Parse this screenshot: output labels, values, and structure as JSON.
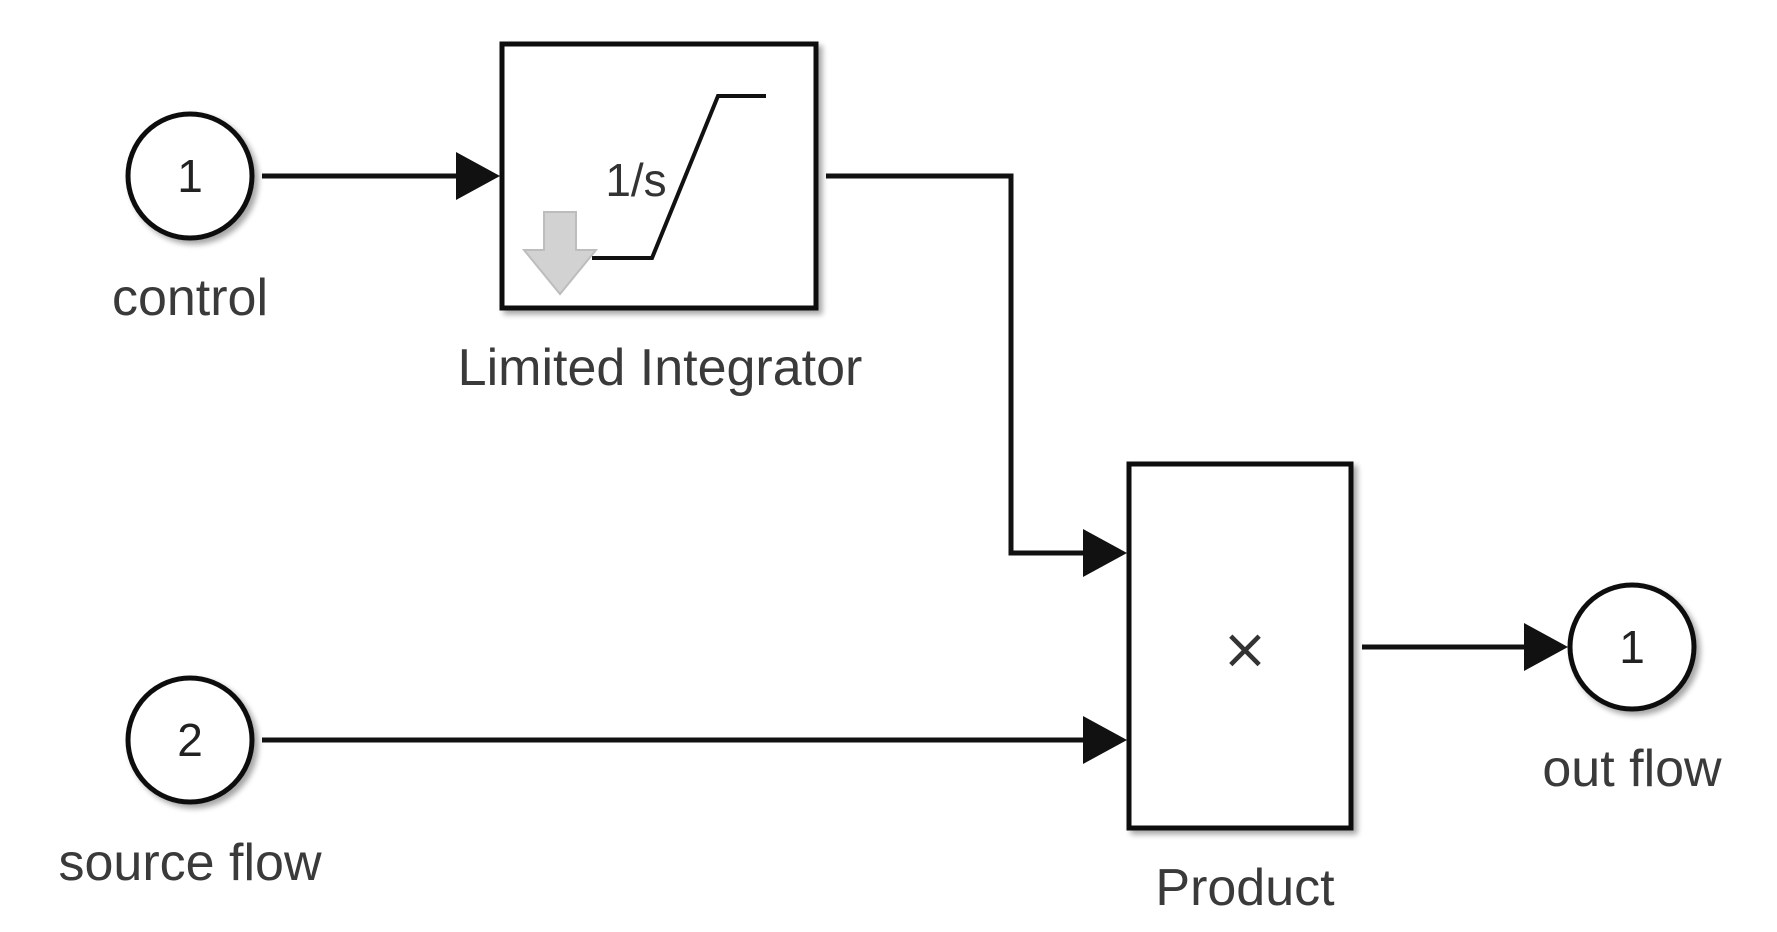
{
  "diagram": {
    "inports": [
      {
        "number": "1",
        "label": "control"
      },
      {
        "number": "2",
        "label": "source flow"
      }
    ],
    "outports": [
      {
        "number": "1",
        "label": "out flow"
      }
    ],
    "blocks": {
      "integrator": {
        "label": "Limited Integrator",
        "glyph_text": "1/s",
        "icon": "saturation-ramp-icon",
        "reset_icon": "reset-down-arrow-icon"
      },
      "product": {
        "label": "Product",
        "operator": "×"
      }
    },
    "colors": {
      "line": "#111111",
      "block_border": "#111111",
      "block_shadow": "#c8c8c8",
      "label_text": "#3a3a3a",
      "reset_arrow": "#cfcfcf"
    }
  }
}
